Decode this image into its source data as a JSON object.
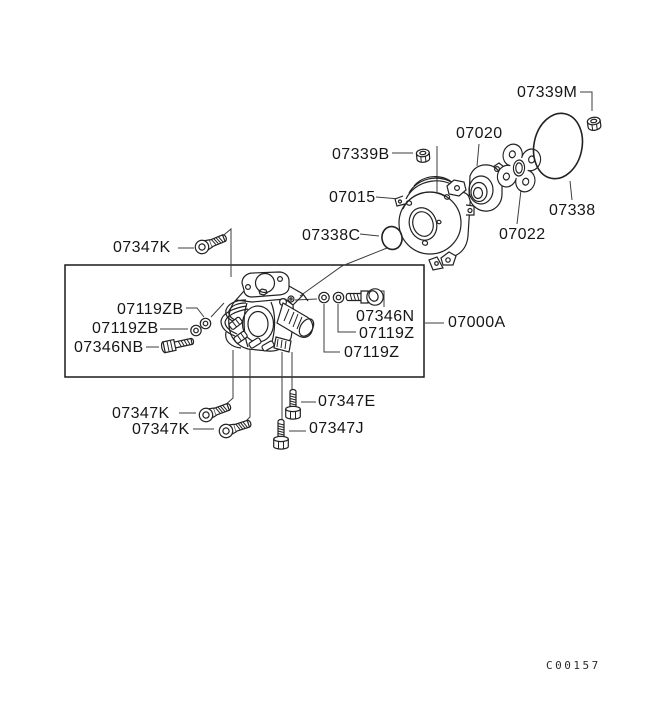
{
  "background": "#ffffff",
  "line_color": "#222222",
  "figure_code": "C00157",
  "parts": {
    "p07339M": "07339M",
    "p07020": "07020",
    "p07339B": "07339B",
    "p07015": "07015",
    "p07338": "07338",
    "p07022": "07022",
    "p07338C": "07338C",
    "p07347K_1": "07347K",
    "p07119ZB_1": "07119ZB",
    "p07119ZB_2": "07119ZB",
    "p07346NB": "07346NB",
    "p07346N": "07346N",
    "p07119Z_1": "07119Z",
    "p07119Z_2": "07119Z",
    "p07000A": "07000A",
    "p07347K_2": "07347K",
    "p07347K_3": "07347K",
    "p07347E": "07347E",
    "p07347J": "07347J"
  }
}
